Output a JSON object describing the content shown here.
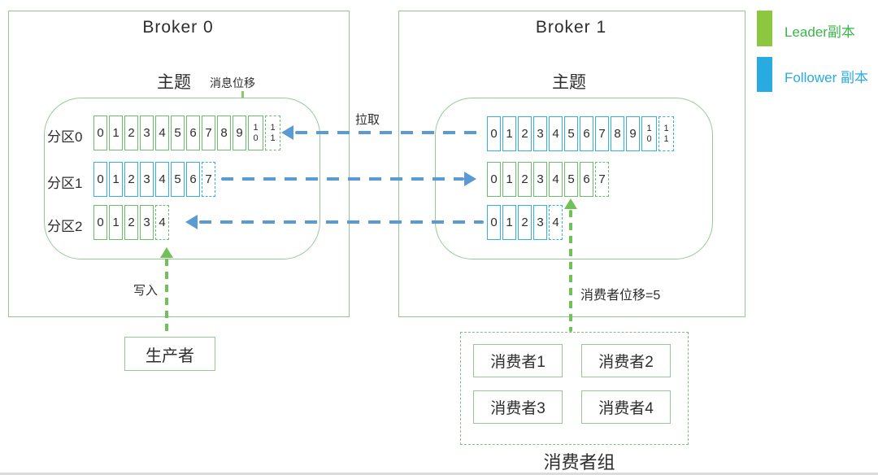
{
  "colors": {
    "leader_green": "#8dc63f",
    "follower_blue": "#29abe2",
    "leader_text_green": "#3bb54a",
    "diagram_border_green": "#94c994",
    "cell_border_green": "#6abf6a",
    "cell_border_blue": "#33b1e4",
    "arrow_blue": "#5b9bd5",
    "arrow_green": "#6fc257",
    "text": "#2d2d2d"
  },
  "legend": {
    "leader_label": "Leader副本",
    "follower_label": "Follower 副本"
  },
  "broker0": {
    "title": "Broker 0",
    "topic_label": "主题",
    "message_offset_label": "消息位移",
    "partitions": [
      {
        "label": "分区0",
        "cells": [
          {
            "v": "0",
            "c": "g"
          },
          {
            "v": "1",
            "c": "g"
          },
          {
            "v": "2",
            "c": "g"
          },
          {
            "v": "3",
            "c": "g"
          },
          {
            "v": "4",
            "c": "g"
          },
          {
            "v": "5",
            "c": "g"
          },
          {
            "v": "6",
            "c": "g"
          },
          {
            "v": "7",
            "c": "g"
          },
          {
            "v": "8",
            "c": "g"
          },
          {
            "v": "9",
            "c": "g"
          },
          {
            "v": "10",
            "c": "g"
          },
          {
            "v": "11",
            "c": "g",
            "dashed": true
          }
        ]
      },
      {
        "label": "分区1",
        "cells": [
          {
            "v": "0",
            "c": "b"
          },
          {
            "v": "1",
            "c": "b"
          },
          {
            "v": "2",
            "c": "b"
          },
          {
            "v": "3",
            "c": "b"
          },
          {
            "v": "4",
            "c": "b"
          },
          {
            "v": "5",
            "c": "b"
          },
          {
            "v": "6",
            "c": "b"
          },
          {
            "v": "7",
            "c": "b",
            "dashed": true
          }
        ]
      },
      {
        "label": "分区2",
        "cells": [
          {
            "v": "0",
            "c": "g"
          },
          {
            "v": "1",
            "c": "g"
          },
          {
            "v": "2",
            "c": "g"
          },
          {
            "v": "3",
            "c": "g"
          },
          {
            "v": "4",
            "c": "g",
            "dashed": true
          }
        ]
      }
    ]
  },
  "broker1": {
    "title": "Broker 1",
    "topic_label": "主题",
    "partitions": [
      {
        "cells": [
          {
            "v": "0",
            "c": "b"
          },
          {
            "v": "1",
            "c": "b"
          },
          {
            "v": "2",
            "c": "b"
          },
          {
            "v": "3",
            "c": "b"
          },
          {
            "v": "4",
            "c": "b"
          },
          {
            "v": "5",
            "c": "b"
          },
          {
            "v": "6",
            "c": "b"
          },
          {
            "v": "7",
            "c": "b"
          },
          {
            "v": "8",
            "c": "b"
          },
          {
            "v": "9",
            "c": "b"
          },
          {
            "v": "10",
            "c": "b"
          },
          {
            "v": "11",
            "c": "b",
            "dashed": true
          }
        ]
      },
      {
        "cells": [
          {
            "v": "0",
            "c": "g"
          },
          {
            "v": "1",
            "c": "g"
          },
          {
            "v": "2",
            "c": "g"
          },
          {
            "v": "3",
            "c": "g"
          },
          {
            "v": "4",
            "c": "g"
          },
          {
            "v": "5",
            "c": "g"
          },
          {
            "v": "6",
            "c": "g"
          },
          {
            "v": "7",
            "c": "g",
            "dashed": true
          }
        ]
      },
      {
        "cells": [
          {
            "v": "0",
            "c": "b"
          },
          {
            "v": "1",
            "c": "b"
          },
          {
            "v": "2",
            "c": "b"
          },
          {
            "v": "3",
            "c": "b"
          },
          {
            "v": "4",
            "c": "b",
            "dashed": true
          }
        ]
      }
    ]
  },
  "labels": {
    "pull": "拉取",
    "write": "写入",
    "consumer_offset": "消费者位移=5"
  },
  "producer": {
    "label": "生产者"
  },
  "consumer_group": {
    "label": "消费者组",
    "consumers": [
      "消费者1",
      "消费者2",
      "消费者3",
      "消费者4"
    ]
  }
}
